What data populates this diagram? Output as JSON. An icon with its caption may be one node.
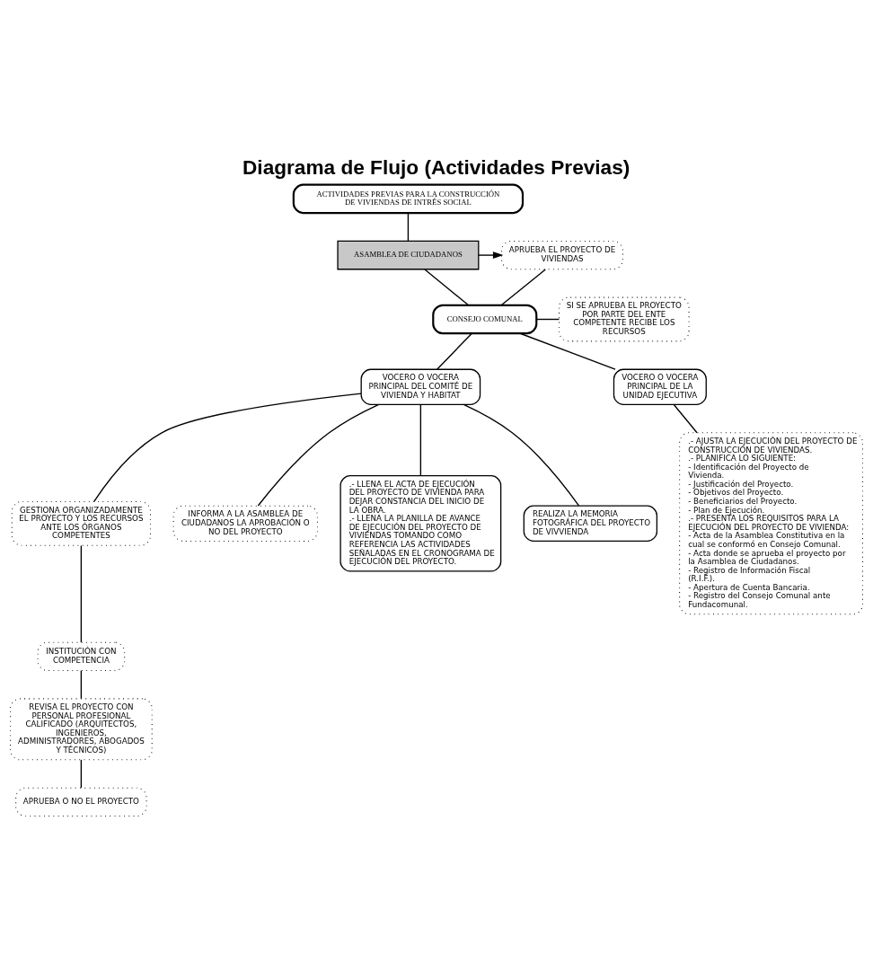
{
  "diagram": {
    "title": "Diagrama de Flujo (Actividades Previas)",
    "nodes": [
      {
        "text": [
          "ACTIVIDADES PREVIAS PARA LA CONSTRUCCIÓN DE VIVIENDAS DE INTRÉS SOCIAL"
        ]
      },
      {
        "text": [
          "APRUEBA EL PROYECTO DE VIVIENDAS"
        ]
      },
      {
        "text": [
          "ASAMBLEA DE CIUDADANOS"
        ]
      },
      {
        "text": [
          "CONSEJO COMUNAL"
        ]
      },
      {
        "text": [
          "SI SE APRUEBA EL PROYECTO POR PARTE DEL ENTE COMPETENTE RECIBE LOS RECURSOS"
        ]
      },
      {
        "text": [
          "VOCERO O VOCERA PRINCIPAL DEL COMITÉ DE VIVIENDA Y HABITAT"
        ]
      },
      {
        "text": [
          "VOCERO O VOCERA PRINCIPAL DE LA UNIDAD EJECUTIVA"
        ]
      },
      {
        "text": [
          "GESTIONA ORGANIZADAMENTE EL PROYECTO Y LOS RECURSOS ANTE LOS ÓRGANOS COMPETENTES"
        ]
      },
      {
        "text": [
          "INFORMA A LA ASAMBLEA DE CIUDADANOS LA APROBACIÓN O NO DEL PROYECTO"
        ]
      },
      {
        "text": [
          ".- AJUSTA LA EJECUCIÓN DEL PROYECTO DE CONSTRUCCIÓN DE VIVIENDAS.",
          ".- PLANIFICA LO SIGUIENTE:",
          "- Identificación del Proyecto de Vivienda.",
          "- Justificación del Proyecto.",
          "- Objetivos del Proyecto.",
          "- Beneficiarios del Proyecto.",
          "- Plan de Ejecución.",
          ".- PRESENTA LOS REQUISITOS PARA LA EJECUCIÓN DEL PROYECTO DE VIVIENDA:",
          "- Acta de la Asamblea Constitutiva en la cual se conformó en Consejo Comunal.",
          "- Acta donde se aprueba el proyecto por la Asamblea de Ciudadanos.",
          "- Registro de Información Fiscal (R.I.F.).",
          "- Apertura de Cuenta Bancaria.",
          "- Registro del Consejo Comunal ante Fundacomunal."
        ]
      },
      {
        "text": [
          "INSTITUCIÓN CON COMPETENCIA"
        ]
      },
      {
        "text": [
          ".- LLENA EL ACTA DE EJECUCIÓN DEL PROYECTO DE VIVIENDA PARA DEJAR CONSTANCIA DEL INICIO DE LA OBRA.",
          ".- LLENA LA PLANILLA DE AVANCE DE EJECUCIÓN DEL PROYECTO DE VIVIENDAS TOMANDO COMO REFERENCIA LAS ACTIVIDADES SEÑALADAS EN EL CRONOGRAMA DE EJECUCIÓN DEL PROYECTO."
        ]
      },
      {
        "text": [
          "REVISA EL PROYECTO CON PERSONAL PROFESIONAL CALIFICADO (ARQUITECTOS, INGENIEROS, ADMINISTRADORES, ABOGADOS Y TÉCNICOS)"
        ]
      },
      {
        "text": [
          "REALIZA LA MEMORIA FOTOGRÁFICA DEL PROYECTO DE VIVVIENDA"
        ]
      },
      {
        "text": [
          "APRUEBA O NO EL PROYECTO"
        ]
      }
    ],
    "edges": [
      {
        "from": 0,
        "to": 2,
        "arrow": "none"
      },
      {
        "from": 2,
        "to": 1,
        "arrow": "to"
      },
      {
        "from": 1,
        "to": 3,
        "arrow": "none"
      },
      {
        "from": 2,
        "to": 3,
        "arrow": "none"
      },
      {
        "from": 3,
        "to": 4,
        "arrow": "none"
      },
      {
        "from": 3,
        "to": 5,
        "arrow": "none"
      },
      {
        "from": 3,
        "to": 6,
        "arrow": "none"
      },
      {
        "from": 5,
        "to": 7,
        "arrow": "none"
      },
      {
        "from": 5,
        "to": 8,
        "arrow": "none"
      },
      {
        "from": 5,
        "to": 11,
        "arrow": "none"
      },
      {
        "from": 5,
        "to": 13,
        "arrow": "none"
      },
      {
        "from": 6,
        "to": 9,
        "arrow": "none"
      },
      {
        "from": 7,
        "to": 10,
        "arrow": "none"
      },
      {
        "from": 10,
        "to": 12,
        "arrow": "none"
      },
      {
        "from": 12,
        "to": 14,
        "arrow": "none"
      }
    ]
  }
}
